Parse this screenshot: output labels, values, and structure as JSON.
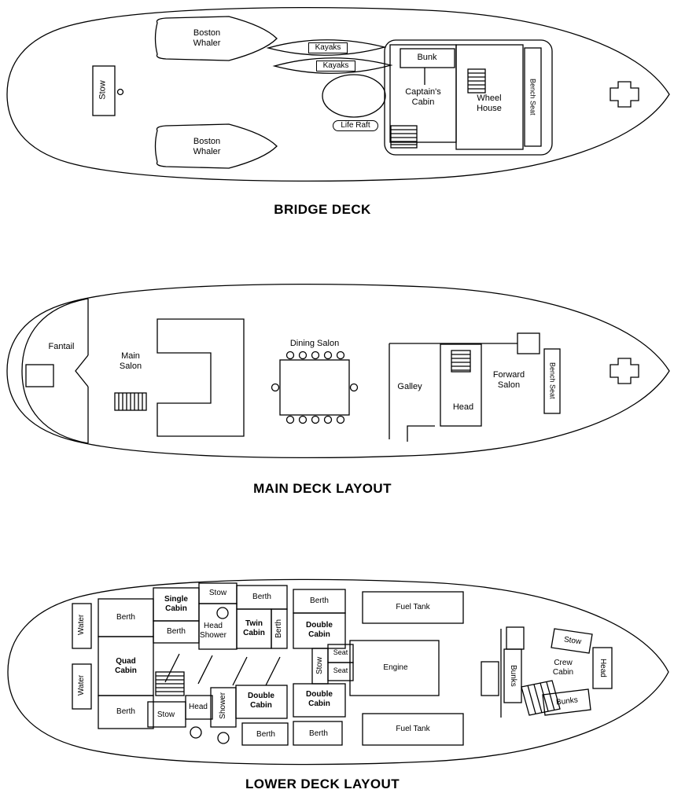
{
  "diagram": {
    "type": "boat-deck-plans",
    "line_color": "#000000",
    "background": "#ffffff"
  },
  "bridge_deck": {
    "title": "BRIDGE DECK",
    "labels": {
      "stow": "Stow",
      "boston_whaler_top": "Boston Whaler",
      "boston_whaler_bottom": "Boston Whaler",
      "kayaks_top": "Kayaks",
      "kayaks_bottom": "Kayaks",
      "life_raft": "Life Raft",
      "bunk": "Bunk",
      "captains_cabin": "Captain's Cabin",
      "wheel_house": "Wheel House",
      "bench_seat": "Bench Seat"
    }
  },
  "main_deck": {
    "title": "MAIN DECK LAYOUT",
    "labels": {
      "fantail": "Fantail",
      "main_salon": "Main Salon",
      "dining_salon": "Dining Salon",
      "galley": "Galley",
      "head": "Head",
      "forward_salon": "Forward Salon",
      "bench_seat": "Bench Seat"
    }
  },
  "lower_deck": {
    "title": "LOWER DECK LAYOUT",
    "labels": {
      "water_aft_top": "Water",
      "water_aft_bottom": "Water",
      "berth_aft_top": "Berth",
      "quad_cabin": "Quad Cabin",
      "berth_aft_bottom": "Berth",
      "single_cabin": "Single Cabin",
      "stow_top": "Stow",
      "berth_single": "Berth",
      "head_shower": "Head Shower",
      "berth_twin_top": "Berth",
      "twin_cabin": "Twin Cabin",
      "berth_twin_side": "Berth",
      "berth_double_top": "Berth",
      "double_cabin_fwd_top": "Double Cabin",
      "stow_mid": "Stow",
      "seat_top": "Seat",
      "seat_bottom": "Seat",
      "fuel_tank_top": "Fuel Tank",
      "engine": "Engine",
      "fuel_tank_bottom": "Fuel Tank",
      "stow_bottom": "Stow",
      "head_bottom": "Head",
      "shower": "Shower",
      "double_cabin_aft": "Double Cabin",
      "berth_double_aft": "Berth",
      "double_cabin_fwd_bottom": "Double Cabin",
      "berth_double_fwd": "Berth",
      "bunks_port": "Bunks",
      "bunks_stbd": "Bunks",
      "stow_bow": "Stow",
      "crew_cabin": "Crew Cabin",
      "head_bow": "Head"
    }
  }
}
